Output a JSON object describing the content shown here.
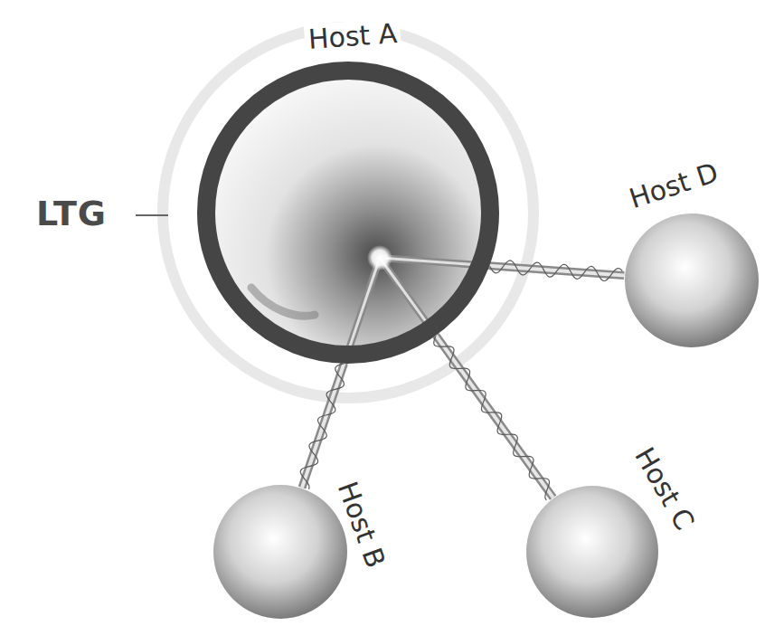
{
  "diagram": {
    "nodes": [
      {
        "text": [
          "Host A"
        ]
      },
      {
        "text": [
          "Host D"
        ]
      },
      {
        "text": [
          "Host B"
        ]
      },
      {
        "text": [
          "Host C"
        ]
      }
    ],
    "edges": [
      {
        "from": 0,
        "to": 1,
        "arrow": "none"
      },
      {
        "from": 0,
        "to": 2,
        "arrow": "none"
      },
      {
        "from": 0,
        "to": 3,
        "arrow": "none"
      }
    ],
    "labels": [
      "LTG"
    ]
  }
}
